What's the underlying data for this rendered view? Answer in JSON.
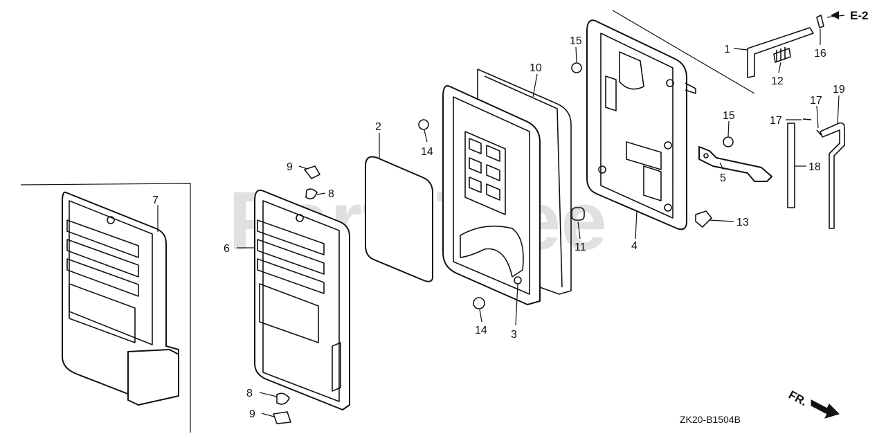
{
  "watermark": "PartsTree",
  "diagram_code": "ZK20-B1504B",
  "ref_label": "E-2",
  "direction_label": "FR.",
  "callouts": {
    "c1": "1",
    "c2": "2",
    "c3": "3",
    "c4": "4",
    "c5": "5",
    "c6": "6",
    "c7": "7",
    "c8a": "8",
    "c8b": "8",
    "c9a": "9",
    "c9b": "9",
    "c10": "10",
    "c11": "11",
    "c12": "12",
    "c13": "13",
    "c14a": "14",
    "c14b": "14",
    "c15a": "15",
    "c15b": "15",
    "c16": "16",
    "c17a": "17",
    "c17b": "17",
    "c18": "18",
    "c19": "19"
  },
  "colors": {
    "line": "#111111",
    "watermark": "#c8c8c8",
    "background": "#ffffff"
  }
}
